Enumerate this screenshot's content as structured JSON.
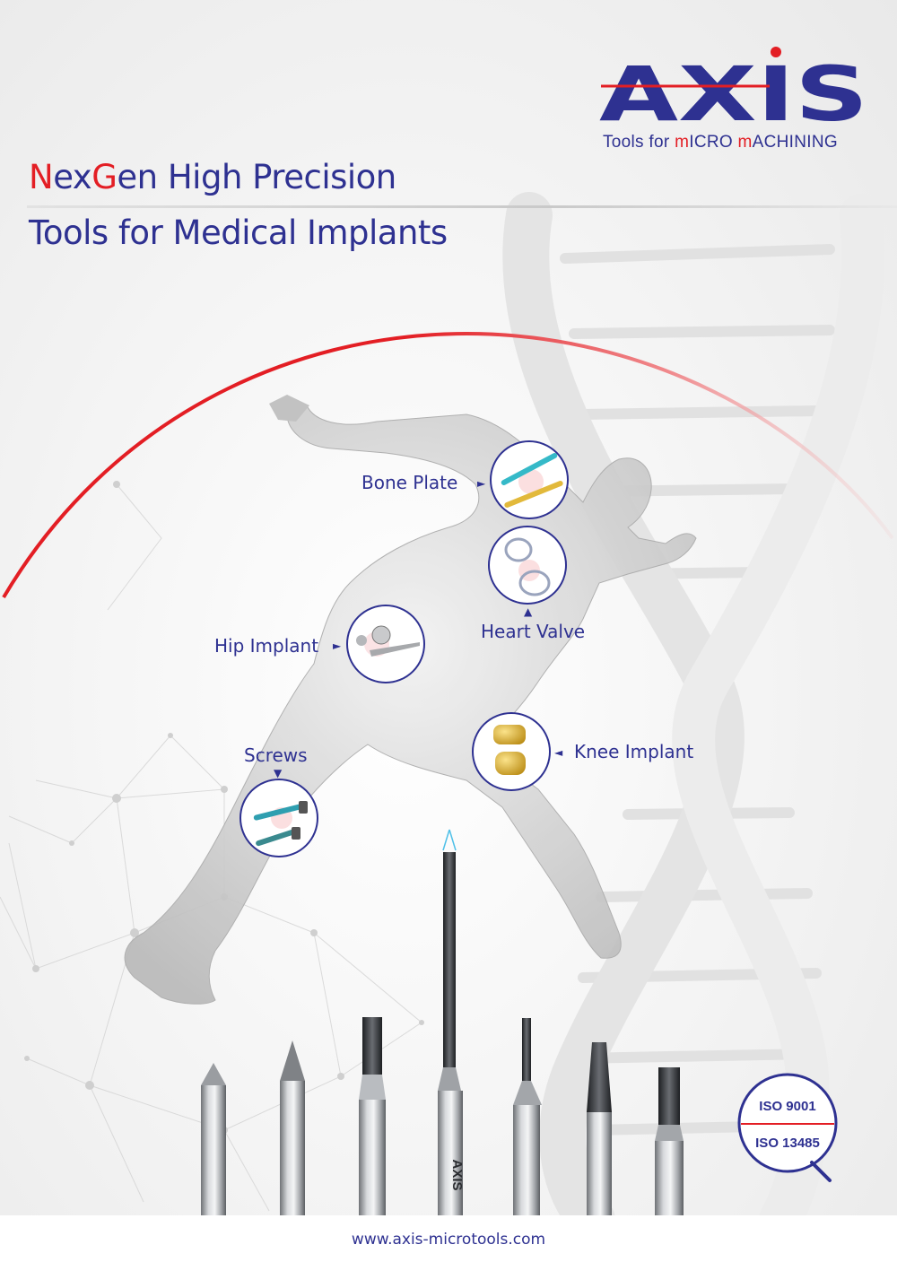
{
  "logo": {
    "wordmark": "AXIS",
    "tagline_parts": [
      "Tools for ",
      "m",
      "ICRO ",
      "m",
      "ACHINING"
    ]
  },
  "title": {
    "line1_parts": [
      "N",
      "ex",
      "G",
      "en High Precision"
    ],
    "line2": "Tools for Medical Implants"
  },
  "callouts": {
    "bone_plate": "Bone Plate",
    "heart_valve": "Heart Valve",
    "hip_implant": "Hip Implant",
    "knee_implant": "Knee Implant",
    "screws": "Screws"
  },
  "tool_marking": "AXIS",
  "certifications": [
    "ISO 9001",
    "ISO 13485"
  ],
  "footer": {
    "url": "www.axis-microtools.com"
  },
  "colors": {
    "brand_blue": "#2e3191",
    "brand_red": "#e31e24"
  },
  "icons": [
    "dna-helix-graphic",
    "runner-anatomy-graphic",
    "network-lines-graphic",
    "bone-plate-icon",
    "heart-valve-icon",
    "hip-implant-icon",
    "knee-implant-icon",
    "screws-icon",
    "cutting-tool-icon",
    "iso-badge-icon"
  ]
}
